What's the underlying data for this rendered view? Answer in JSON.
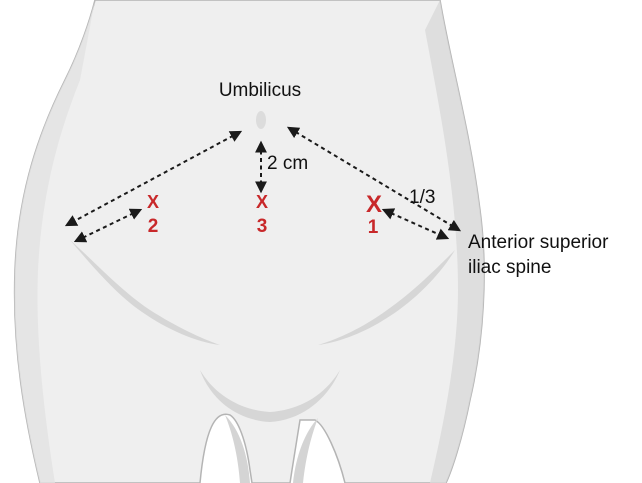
{
  "labels": {
    "umbilicus": "Umbilicus",
    "distance": "2 cm",
    "fraction": "1/3",
    "asis_line1": "Anterior superior",
    "asis_line2": "iliac spine"
  },
  "ports": [
    {
      "mark": "X",
      "number": "1"
    },
    {
      "mark": "X",
      "number": "2"
    },
    {
      "mark": "X",
      "number": "3"
    }
  ],
  "colors": {
    "port_marker": "#c8282a",
    "arrow": "#1a1a1a",
    "body_fill": "#efefef",
    "body_shadow": "#d6d6d6",
    "body_outline": "#b4b4b4"
  }
}
